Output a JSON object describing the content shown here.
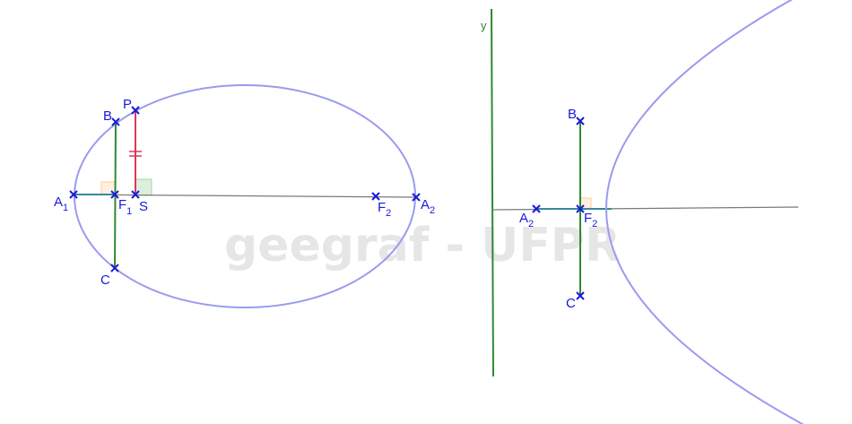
{
  "watermark": "geegraf - UFPR",
  "colors": {
    "conic": "#9a9af0",
    "axis": "#7a7a7a",
    "green": "#2f8a2f",
    "red": "#d93a5a",
    "blue": "#1a1ad9",
    "right_angle_orange": "#ffcc99",
    "right_angle_green": "#cfe8cf"
  },
  "ellipse_figure": {
    "points": {
      "A1": {
        "base": "A",
        "sub": "1"
      },
      "B": {
        "base": "B"
      },
      "P": {
        "base": "P"
      },
      "F1": {
        "base": "F",
        "sub": "1"
      },
      "S": {
        "base": "S"
      },
      "C": {
        "base": "C"
      },
      "F2": {
        "base": "F",
        "sub": "2"
      },
      "A2": {
        "base": "A",
        "sub": "2"
      }
    }
  },
  "parabola_figure": {
    "directrix_label": "y",
    "points": {
      "B": {
        "base": "B"
      },
      "A2": {
        "base": "A",
        "sub": "2"
      },
      "F2": {
        "base": "F",
        "sub": "2"
      },
      "C": {
        "base": "C"
      }
    }
  }
}
